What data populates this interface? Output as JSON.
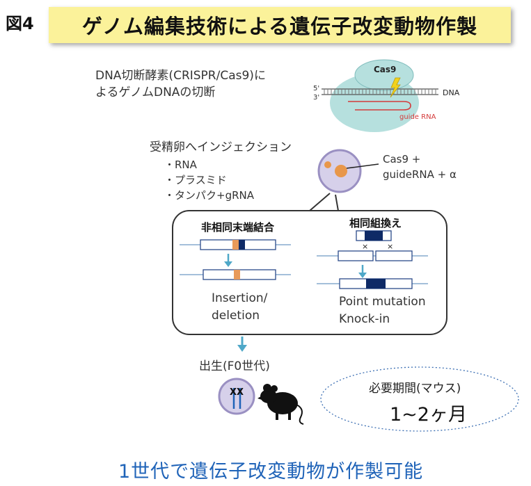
{
  "figure_label": "図4",
  "title": "ゲノム編集技術による遺伝子改変動物作製",
  "cleavage": {
    "line1": "DNA切断酵素(CRISPR/Cas9)に",
    "line2": "よるゲノムDNAの切断"
  },
  "cas9_diagram": {
    "cas9_label": "Cas9",
    "five_prime": "5'",
    "three_prime": "3'",
    "dna_label": "DNA",
    "guide_label": "guide RNA"
  },
  "injection": {
    "heading": "受精卵へインジェクション",
    "items": [
      "・RNA",
      "・プラスミド",
      "・タンパク+gRNA"
    ],
    "callout_line1": "Cas9 +",
    "callout_line2": "guideRNA + α"
  },
  "pathways": {
    "nhej_title": "非相同末端結合",
    "nhej_result_line1": "Insertion/",
    "nhej_result_line2": "deletion",
    "hr_title": "相同組換え",
    "hr_result_line1": "Point mutation",
    "hr_result_line2": "Knock-in",
    "cross_mark": "×"
  },
  "birth": {
    "label": "出生(F0世代)",
    "chromosome_mark": "XX"
  },
  "period": {
    "label": "必要期間(マウス)",
    "value": "1~2ヶ月"
  },
  "conclusion": "1世代で遺伝子改変動物が作製可能",
  "colors": {
    "title_bg": "#fbf29a",
    "conclusion_text": "#1f63b8",
    "arrow": "#4fa8c8",
    "dark_blue_block": "#0e2a66",
    "orange_block": "#e89a5a",
    "cell_fill": "#cfc7e6",
    "cas9_fill": "#b6e0de"
  }
}
